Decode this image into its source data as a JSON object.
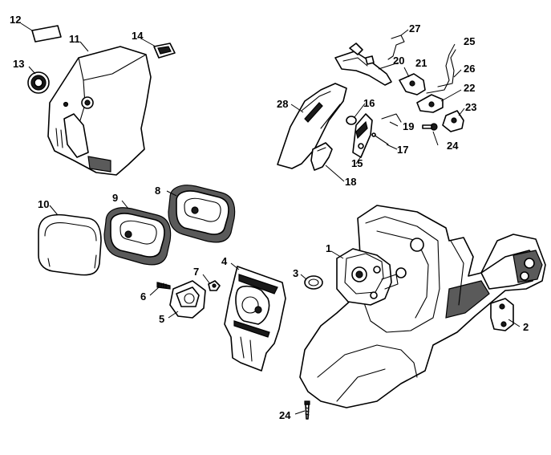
{
  "callouts": {
    "c1": "1",
    "c2": "2",
    "c3": "3",
    "c4": "4",
    "c5": "5",
    "c6": "6",
    "c7": "7",
    "c8": "8",
    "c9": "9",
    "c10": "10",
    "c11": "11",
    "c12": "12",
    "c13": "13",
    "c14": "14",
    "c15": "15",
    "c16": "16",
    "c17": "17",
    "c18": "18",
    "c19": "19",
    "c20": "20",
    "c21": "21",
    "c22": "22",
    "c23": "23",
    "c24a": "24",
    "c24b": "24",
    "c25": "25",
    "c26": "26",
    "c27": "27",
    "c28": "28"
  }
}
